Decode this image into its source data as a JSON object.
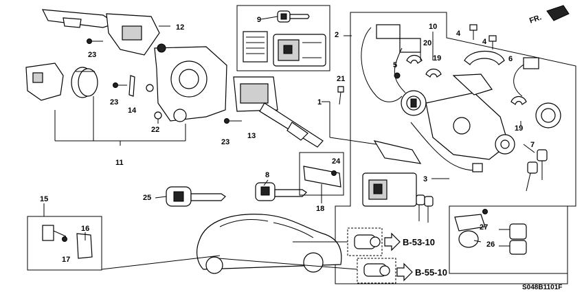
{
  "diagram": {
    "front_marker": "FR.",
    "drawing_code": "S048B1101F",
    "refs": {
      "b53": "B-53-10",
      "b55": "B-55-10"
    },
    "callouts": {
      "c1": "1",
      "c2": "2",
      "c3": "3",
      "c4a": "4",
      "c4b": "4",
      "c5": "5",
      "c6": "6",
      "c7": "7",
      "c8": "8",
      "c9": "9",
      "c10": "10",
      "c11": "11",
      "c12": "12",
      "c13": "13",
      "c14": "14",
      "c15": "15",
      "c16": "16",
      "c17": "17",
      "c18": "18",
      "c19a": "19",
      "c19b": "19",
      "c20": "20",
      "c21": "21",
      "c22": "22",
      "c23a": "23",
      "c23b": "23",
      "c23c": "23",
      "c24": "24",
      "c25": "25",
      "c26": "26",
      "c27": "27"
    }
  }
}
